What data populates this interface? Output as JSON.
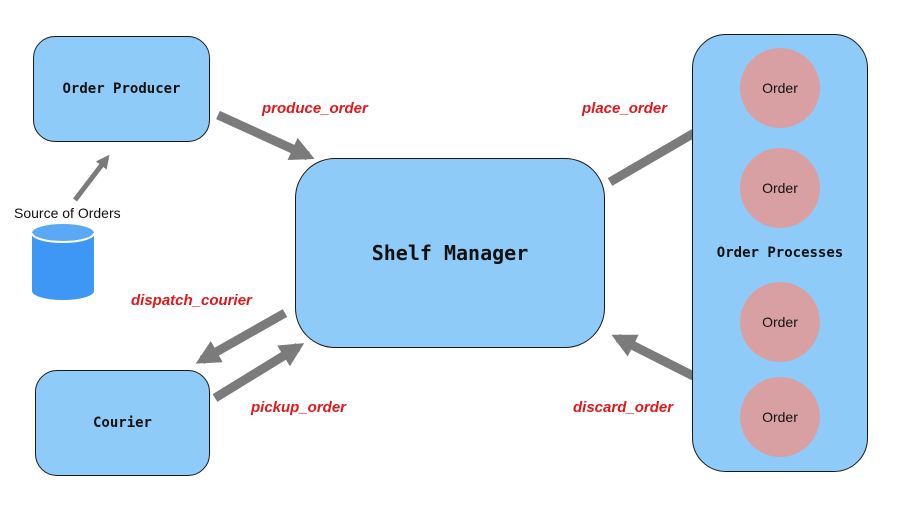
{
  "nodes": {
    "order_producer": "Order Producer",
    "shelf_manager": "Shelf Manager",
    "courier": "Courier",
    "order_processes": "Order Processes",
    "source_of_orders": "Source of Orders"
  },
  "order_circles": [
    "Order",
    "Order",
    "Order",
    "Order"
  ],
  "edges": {
    "produce_order": "produce_order",
    "place_order": "place_order",
    "dispatch_courier": "dispatch_courier",
    "pickup_order": "pickup_order",
    "discard_order": "discard_order"
  },
  "colors": {
    "box_fill": "#8fcbf9",
    "circle_fill": "#d9a0a3",
    "edge_label": "#e0181c",
    "arrow": "#7b7b7b",
    "database": "#3f97f5"
  }
}
